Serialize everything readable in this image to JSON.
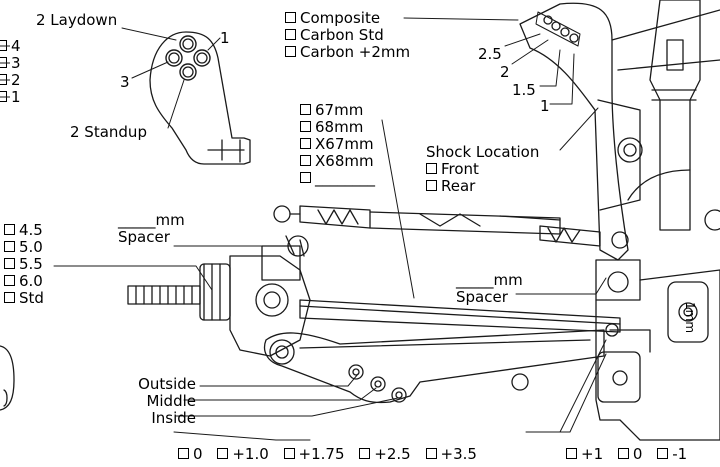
{
  "diagram": {
    "camber_link_position": {
      "options": [
        "4",
        "3",
        "2",
        "1"
      ]
    },
    "hub_labels": {
      "laydown": "2 Laydown",
      "standup": "2 Standup",
      "hole_1": "1",
      "hole_3": "3"
    },
    "shock_tower": {
      "material_options": [
        "Composite",
        "Carbon Std",
        "Carbon +2mm"
      ],
      "hole_labels": [
        "2.5",
        "2",
        "1.5",
        "1"
      ]
    },
    "turnbuckle_length": {
      "options": [
        "67mm",
        "68mm",
        "X67mm",
        "X68mm",
        "________"
      ]
    },
    "shock_location": {
      "title": "Shock Location",
      "options": [
        "Front",
        "Rear"
      ]
    },
    "hub_spacer": {
      "label_prefix": "_____mm",
      "label": "Spacer",
      "options": [
        "4.5",
        "5.0",
        "5.5",
        "6.0",
        "Std"
      ]
    },
    "tower_spacer": {
      "label_prefix": "_____mm",
      "label": "Spacer"
    },
    "arm_mount": {
      "options": [
        "Outside",
        "Middle",
        "Inside"
      ]
    },
    "toe_options": [
      "0",
      "+1.0",
      "+1.75",
      "+2.5",
      "+3.5"
    ],
    "anti_squat_options": [
      "+1",
      "0",
      "-1"
    ],
    "block_marking": "1mm"
  }
}
